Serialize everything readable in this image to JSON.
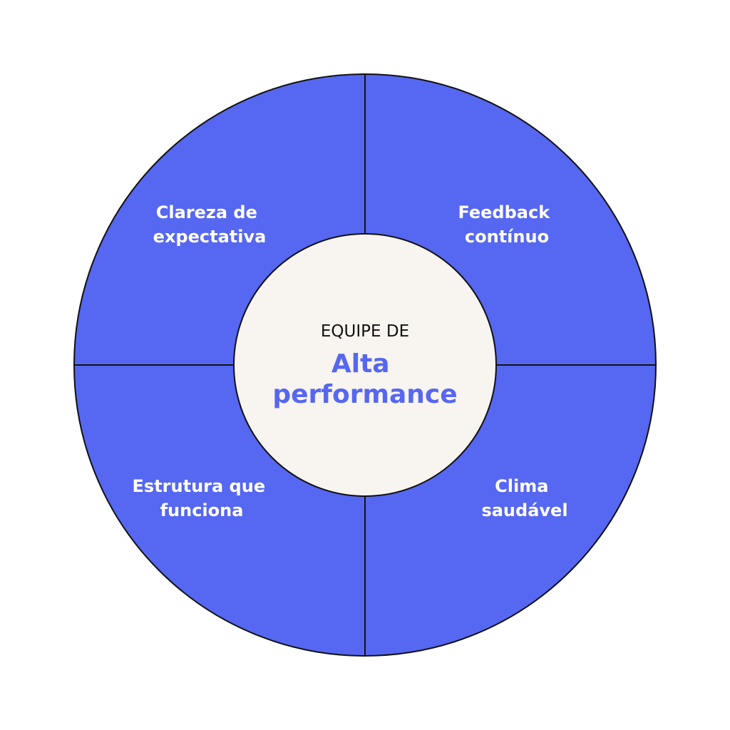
{
  "colors": {
    "quadrant_fill": "#5667F1",
    "outline": "#111111",
    "center_fill": "#F8F4EF",
    "center_accent": "#5667F1",
    "label_text": "#FFFFFF"
  },
  "quadrants": {
    "top_left": {
      "line1": "Clareza de",
      "line2": "expectativa"
    },
    "top_right": {
      "line1": "Feedback",
      "line2": "contínuo"
    },
    "bottom_left": {
      "line1": "Estrutura que",
      "line2": "funciona"
    },
    "bottom_right": {
      "line1": "Clima",
      "line2": "saudável"
    }
  },
  "center": {
    "overline": "EQUIPE DE",
    "title_line1": "Alta",
    "title_line2": "performance"
  }
}
